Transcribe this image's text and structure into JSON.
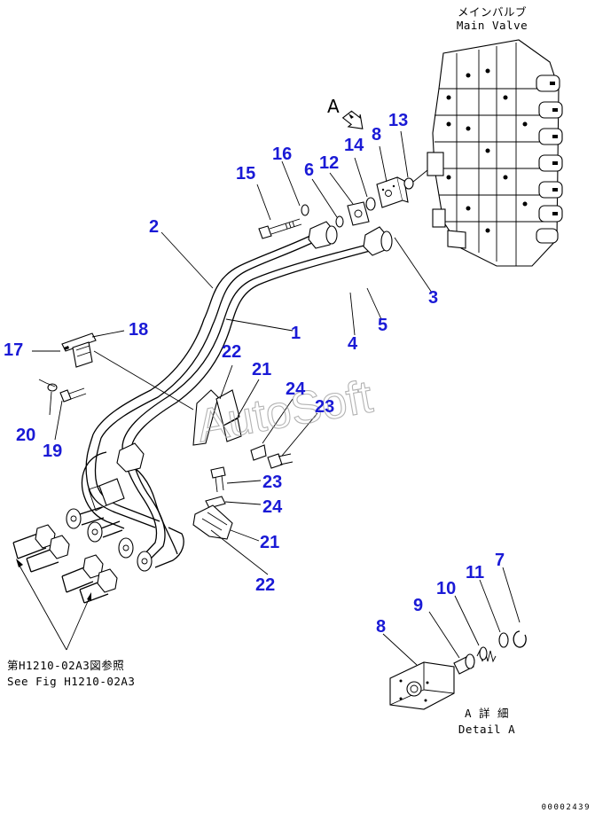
{
  "main_valve": {
    "label_jp": "メインバルブ",
    "label_en": "Main Valve"
  },
  "view_arrow": {
    "letter": "A"
  },
  "reference": {
    "line_jp": "第H1210-02A3図参照",
    "line_en": "See Fig H1210-02A3"
  },
  "detail": {
    "line_jp": "A 詳 細",
    "line_en": "Detail A"
  },
  "watermark": "AutoSoft",
  "drawing_number": "00002439",
  "part_numbers": {
    "n1": "1",
    "n2": "2",
    "n3": "3",
    "n4": "4",
    "n5": "5",
    "n6": "6",
    "n7": "7",
    "n8a": "8",
    "n8b": "8",
    "n9": "9",
    "n10": "10",
    "n11": "11",
    "n12": "12",
    "n13": "13",
    "n14": "14",
    "n15": "15",
    "n16": "16",
    "n17": "17",
    "n18": "18",
    "n19": "19",
    "n20": "20",
    "n21a": "21",
    "n21b": "21",
    "n22a": "22",
    "n22b": "22",
    "n23a": "23",
    "n23b": "23",
    "n24a": "24",
    "n24b": "24"
  },
  "colors": {
    "callout_number": "#1a1ad6",
    "lines": "#000000",
    "watermark": "#9a9a9a"
  }
}
